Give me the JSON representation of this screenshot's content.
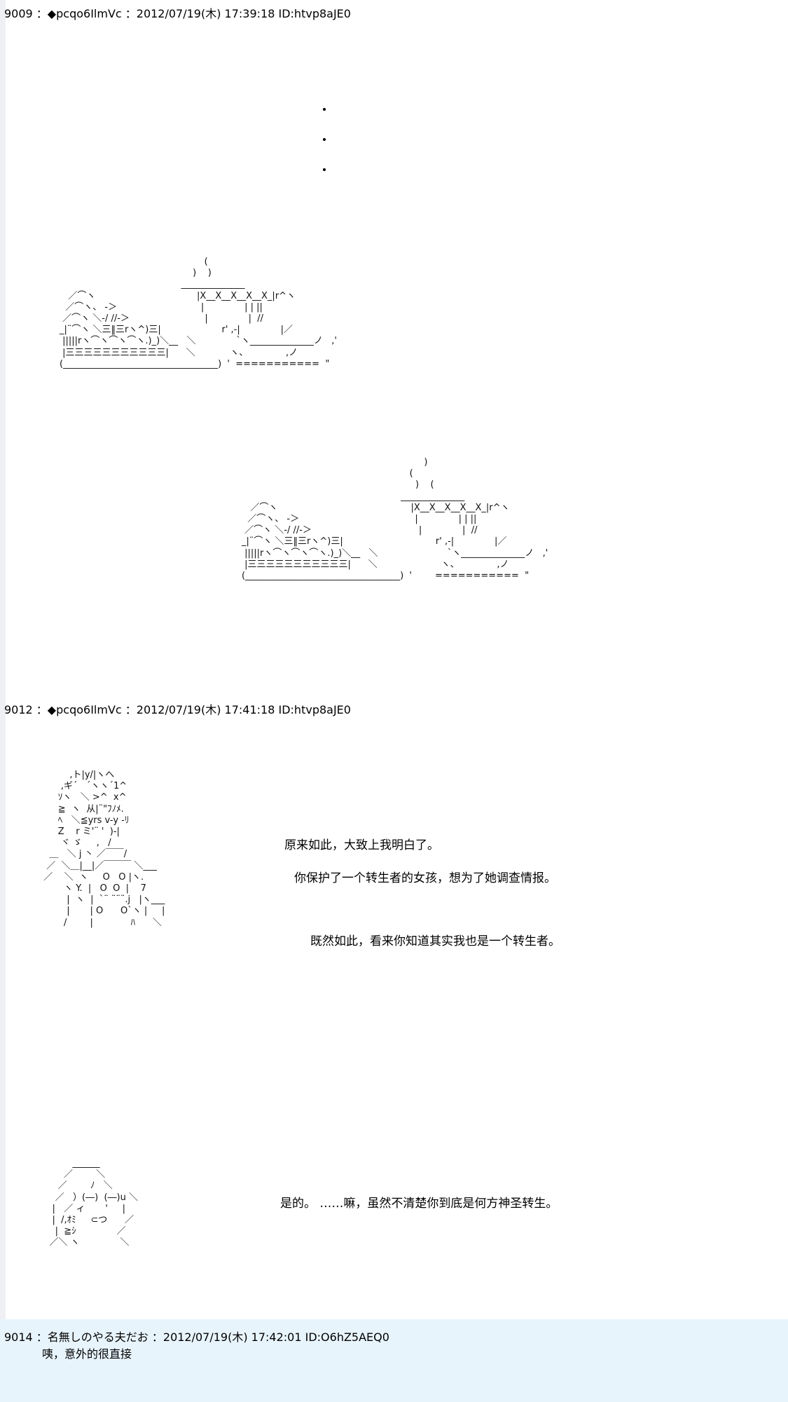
{
  "posts": [
    {
      "number": "9009",
      "name": "◆pcqo6IlmVc",
      "date": "2012/07/19(木) 17:39:18",
      "id": "ID:htvp8aJE0",
      "header_text": "9009 ：◆pcqo6IlmVc ：2012/07/19(木) 17:39:18 ID:htvp8aJE0"
    },
    {
      "number": "9012",
      "name": "◆pcqo6IlmVc",
      "date": "2012/07/19(木) 17:41:18",
      "id": "ID:htvp8aJE0",
      "header_text": "9012 ：◆pcqo6IlmVc ：2012/07/19(木) 17:41:18 ID:htvp8aJE0",
      "dialogue": [
        "原来如此，大致上我明白了。",
        "你保护了一个转生者的女孩，想为了她调查情报。",
        "既然如此，看来你知道其实我也是一个转生者。",
        "是的。 ……嘛，虽然不清楚你到底是何方神圣转生。"
      ]
    },
    {
      "number": "9014",
      "name": "名無しのやる夫だお",
      "date": "2012/07/19(木) 17:42:01",
      "id": "ID:O6hZ5AEQ0",
      "header_text": "9014 ：名無しのやる夫だお ：2012/07/19(木) 17:42:01 ID:O6hZ5AEQ0",
      "reply": "咦，意外的很直接"
    }
  ],
  "ascii_art": {
    "cake_and_tea_1": "                                                  (\n                                              )    )\n                                          ______________\n   ／⌒ヽ                                   |X__X__X__X__X_|r^ヽ\n  ／⌒ヽ、 -＞                             |              | | ||\n ／⌒ヽ ＼-/ //-＞                          |              |  //\n_|¨⌒ヽ ＼三‖三rヽ^)三|                     r' ,-|              |／\n |||||rヽ⌒ヽ⌒ヽ⌒ヽ.)_)＼__   ＼              `ヽ______________ノ   ,'\n |三三三三三三三三三三三|      ＼            ヽ、             ,ノ\n(__________________________________)  '  ===========  \"",
    "cake_and_tea_2": "                                                               )\n                                                          (\n                                                            )    (\n                                                       ______________\n   ／⌒ヽ                                              |X__X__X__X__X_|r^ヽ\n  ／⌒ヽ、 -＞                                        |              | | ||\n ／⌒ヽ ＼-/ //-＞                                     |              |  //\n_|¨⌒ヽ ＼三‖三rヽ^)三|                                r' ,-|              |／\n |||||rヽ⌒ヽ⌒ヽ⌒ヽ.)_)＼__   ＼                        `ヽ______________ノ   ,'\n |三三三三三三三三三三三|      ＼                      ヽ、             ,ノ\n(__________________________________)  '        ===========  \"",
    "man_1": "          ,ト|y/|ヽへ\n       ,ギ´   ´ヽヽ´1^\n      ｿヽ   ＼ >^  x^\n      ≧  ヽ  从|¨\"ﾌﾉﾒ.\n      ﾍ   ＼≦yrs v-y -ﾘ\n      Z    r ミ'¨ '  )-|\n       ヾ ゞ     ,   /\n   ＿   ＼ j 丶 ／￣￣/\n  ／  ＼＿|__|／￣￣￣ ＼___\n ／    ＼  ヽ     O   O |ヽ.\n        ヽ Y.  |   O  O  |    7\n         |  ヽ  |  `¨ ¨¨¨.j   |ヽ___\n         |       | O      O`ヽ |     |\n        /        |             ﾊ      ＼",
    "man_2": "           ______\n        ／        ＼\n      ／        ﾉ   ＼\n     ／   ）(―)  (―)u ＼\n    |   ／ ィ       '     |\n    |  /,ｵﾐ     ⊂つ      ／\n     |  ≧ｼ              ／\n   ／＼ ヽ              ＼"
  }
}
